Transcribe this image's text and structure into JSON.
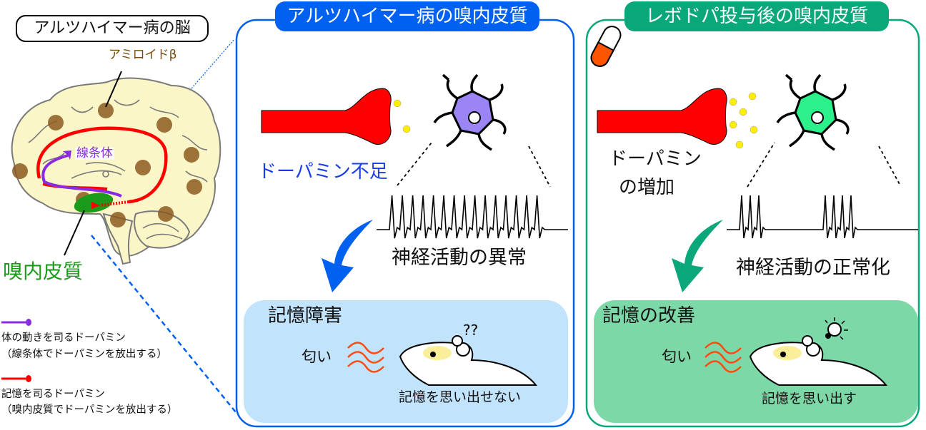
{
  "brain": {
    "title": "アルツハイマー病の脳",
    "amyloid_label": "アミロイドβ",
    "striatum_label": "線条体",
    "entorhinal_label": "嗅内皮質"
  },
  "legend": {
    "items": [
      {
        "line1": "体の動きを司るドーパミン",
        "line2": "（線条体でドーパミンを放出する）",
        "color": "#8a2be2"
      },
      {
        "line1": "記憶を司るドーパミン",
        "line2": "（嗅内皮質でドーパミンを放出する）",
        "color": "#ff0000"
      }
    ]
  },
  "panels": {
    "left": {
      "title": "アルツハイマー病の嗅内皮質",
      "border_color": "#0060f0",
      "dopamine_text": "ドーパミン不足",
      "neuron_color": "#9b85f5",
      "activity_text": "神経活動の異常",
      "memory_title": "記憶障害",
      "smell_text": "匂い",
      "memory_caption": "記憶を思い出せない",
      "box_color": "#c1e3fc"
    },
    "right": {
      "title": "レボドパ投与後の嗅内皮質",
      "border_color": "#0aa77a",
      "dopamine_text_line1": "ドーパミン",
      "dopamine_text_line2": "の増加",
      "neuron_color": "#2cf08a",
      "activity_text": "神経活動の正常化",
      "memory_title": "記憶の改善",
      "smell_text": "匂い",
      "memory_caption": "記憶を思い出す",
      "box_color": "#7dd8a8"
    }
  }
}
